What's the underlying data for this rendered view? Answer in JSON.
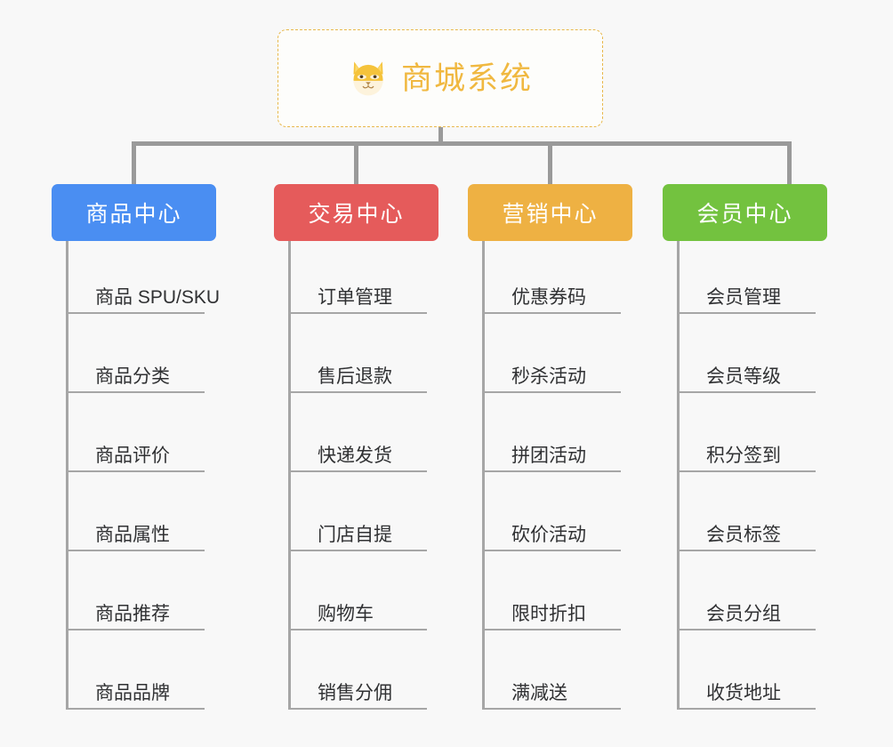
{
  "page": {
    "background_color": "#f8f8f8",
    "diagram_type": "organization-tree"
  },
  "root": {
    "title": "商城系统",
    "icon": "shiba-dog-icon",
    "border_color": "#e8b84b",
    "text_color": "#f0b840"
  },
  "connector": {
    "color": "#9a9a9a"
  },
  "categories": [
    {
      "label": "商品中心",
      "color": "#4a8ef2",
      "items": [
        "商品 SPU/SKU",
        "商品分类",
        "商品评价",
        "商品属性",
        "商品推荐",
        "商品品牌"
      ]
    },
    {
      "label": "交易中心",
      "color": "#e55b5b",
      "items": [
        "订单管理",
        "售后退款",
        "快递发货",
        "门店自提",
        "购物车",
        "销售分佣"
      ]
    },
    {
      "label": "营销中心",
      "color": "#eeb143",
      "items": [
        "优惠券码",
        "秒杀活动",
        "拼团活动",
        "砍价活动",
        "限时折扣",
        "满减送"
      ]
    },
    {
      "label": "会员中心",
      "color": "#73c23f",
      "items": [
        "会员管理",
        "会员等级",
        "积分签到",
        "会员标签",
        "会员分组",
        "收货地址"
      ]
    }
  ]
}
